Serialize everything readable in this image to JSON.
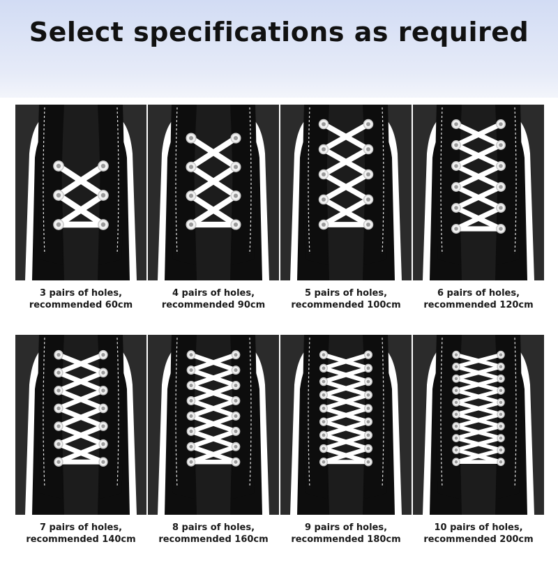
{
  "header": {
    "title": "Select specifications as required",
    "background_color": "#dbe3f5"
  },
  "colors": {
    "tile_bg": "#2b2b2b",
    "shoe_black": "#0d0d0d",
    "rubber": "#ffffff",
    "lace": "#ffffff",
    "eyelet_rim": "#c8c8c8"
  },
  "options": [
    {
      "pairs": 3,
      "line1": "3 pairs of holes,",
      "line2": "recommended 60cm"
    },
    {
      "pairs": 4,
      "line1": "4 pairs of holes,",
      "line2": "recommended 90cm"
    },
    {
      "pairs": 5,
      "line1": "5 pairs of holes,",
      "line2": "recommended 100cm"
    },
    {
      "pairs": 6,
      "line1": "6 pairs of holes,",
      "line2": "recommended 120cm"
    },
    {
      "pairs": 7,
      "line1": "7 pairs of holes,",
      "line2": "recommended 140cm"
    },
    {
      "pairs": 8,
      "line1": "8 pairs of holes,",
      "line2": "recommended 160cm"
    },
    {
      "pairs": 9,
      "line1": "9 pairs of holes,",
      "line2": "recommended 180cm"
    },
    {
      "pairs": 10,
      "line1": "10 pairs of holes,",
      "line2": "recommended 200cm"
    }
  ]
}
